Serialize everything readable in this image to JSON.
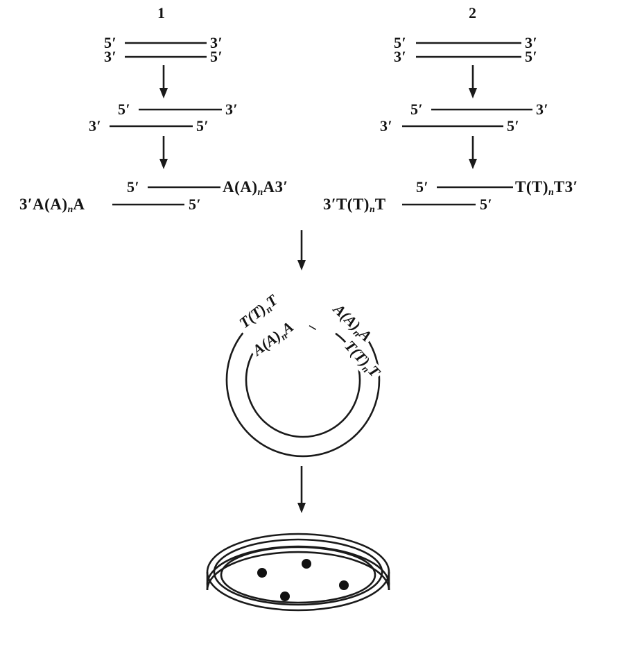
{
  "figure": {
    "strand_labels": {
      "five_prime": "5′",
      "three_prime": "3′"
    },
    "fragment1": {
      "number": "1",
      "tail_top": {
        "pre": "A(A)",
        "sub": "n",
        "post": "A3′"
      },
      "tail_bottom": {
        "pre": "3′A(A)",
        "sub": "n",
        "post": "A"
      }
    },
    "fragment2": {
      "number": "2",
      "tail_top": {
        "pre": "T(T)",
        "sub": "n",
        "post": "T3′"
      },
      "tail_bottom": {
        "pre": "3′T(T)",
        "sub": "n",
        "post": "T"
      }
    },
    "plasmid": {
      "left_outer": {
        "pre": "T(T)",
        "sub": "n",
        "post": "T"
      },
      "left_inner": {
        "pre": "A(A)",
        "sub": "n",
        "post": "A"
      },
      "right_outer": {
        "pre": "A(A)",
        "sub": "n",
        "post": "A"
      },
      "right_inner": {
        "pre": "T(T)",
        "sub": "n",
        "post": "T"
      },
      "junction_dash": "–"
    },
    "colors": {
      "ink": "#1a1a1a",
      "background": "#ffffff",
      "colony": "#111111"
    }
  }
}
